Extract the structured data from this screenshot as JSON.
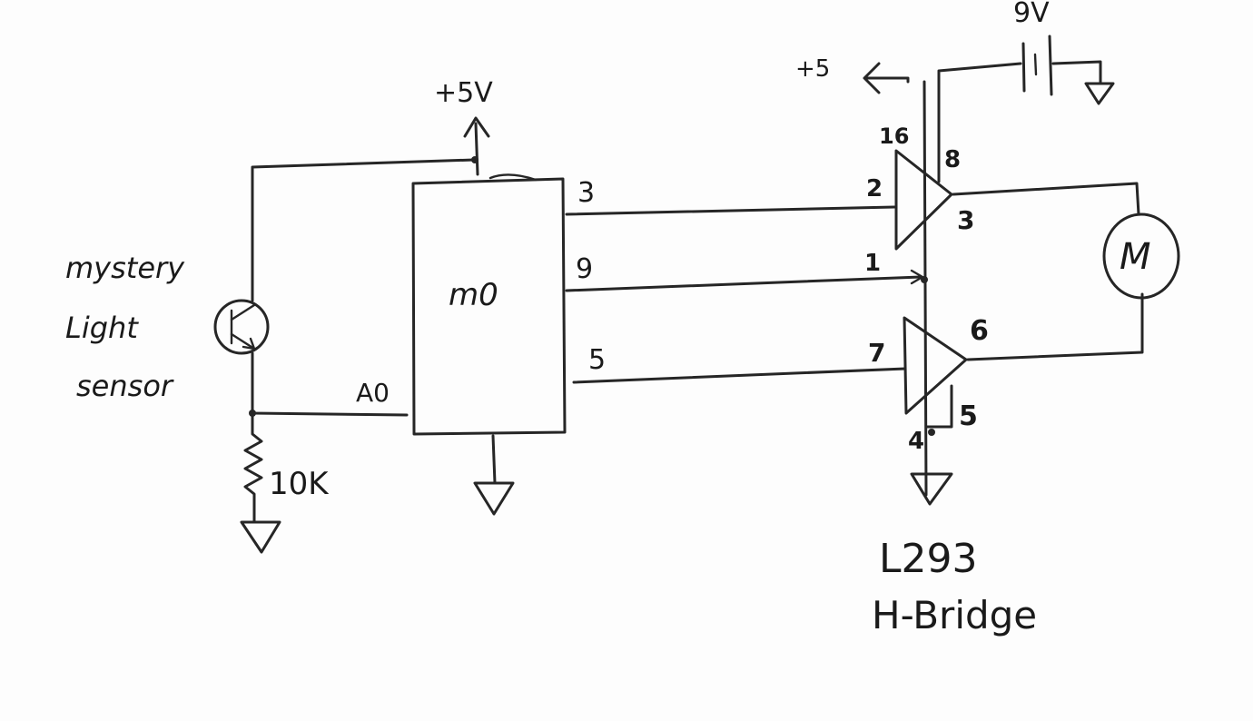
{
  "labels": {
    "sensor_line1": "mystery",
    "sensor_line2": "Light",
    "sensor_line3": "sensor",
    "resistor": "10K",
    "mcu_plus5v": "+5V",
    "mcu_name": "m0",
    "mcu_pin_a0": "A0",
    "mcu_pin_3": "3",
    "mcu_pin_9": "9",
    "mcu_pin_5": "5",
    "hb_plus5": "+5",
    "battery": "9V",
    "hb_pin_16": "16",
    "hb_pin_8": "8",
    "hb_pin_2": "2",
    "hb_pin_3": "3",
    "hb_pin_1": "1",
    "hb_pin_7": "7",
    "hb_pin_6": "6",
    "hb_pin_4": "4",
    "hb_pin_5": "5",
    "motor": "M",
    "hb_name_line1": "L293",
    "hb_name_line2": "H-Bridge"
  },
  "colors": {
    "ink": "#262626",
    "paper": "#fdfdfd"
  }
}
